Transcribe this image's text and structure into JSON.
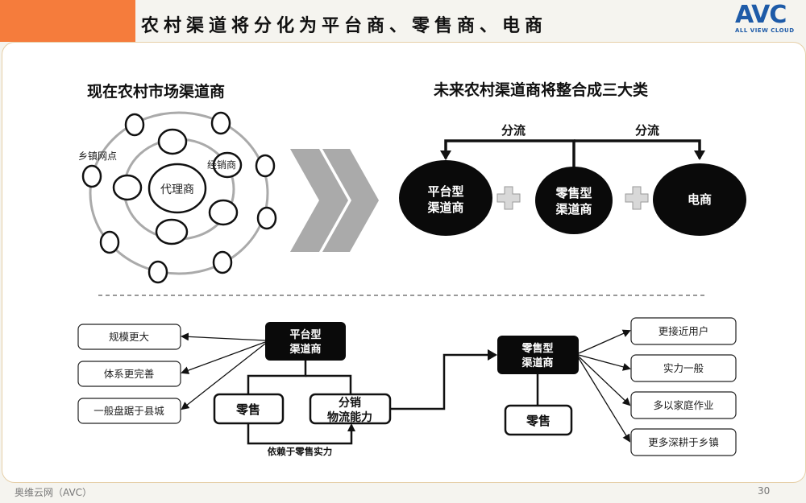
{
  "header": {
    "title": "农村渠道将分化为平台商、零售商、电商",
    "logo_text": "AVC",
    "logo_subtitle": "ALL VIEW CLOUD",
    "accent_color": "#f57c3c",
    "logo_color": "#1e5ba8"
  },
  "left_section": {
    "heading": "现在农村市场渠道商",
    "labels": {
      "outer": "乡镇网点",
      "middle": "经销商",
      "center": "代理商"
    }
  },
  "right_section": {
    "heading": "未来农村渠道商将整合成三大类",
    "flow_labels": [
      "分流",
      "分流"
    ],
    "categories": [
      {
        "line1": "平台型",
        "line2": "渠道商"
      },
      {
        "line1": "零售型",
        "line2": "渠道商"
      },
      {
        "line1": "电商",
        "line2": ""
      }
    ]
  },
  "bottom_left": {
    "main_box": {
      "line1": "平台型",
      "line2": "渠道商"
    },
    "traits": [
      "规模更大",
      "体系更完善",
      "一般盘踞于县城"
    ],
    "retail_box": "零售",
    "distribution_box": {
      "line1": "分销",
      "line2": "物流能力"
    },
    "dependency_label": "依赖于零售实力"
  },
  "bottom_right": {
    "main_box": {
      "line1": "零售型",
      "line2": "渠道商"
    },
    "retail_box": "零售",
    "traits": [
      "更接近用户",
      "实力一般",
      "多以家庭作业",
      "更多深耕于乡镇"
    ]
  },
  "footer": {
    "source": "奥维云网（AVC）",
    "page_number": "30"
  }
}
